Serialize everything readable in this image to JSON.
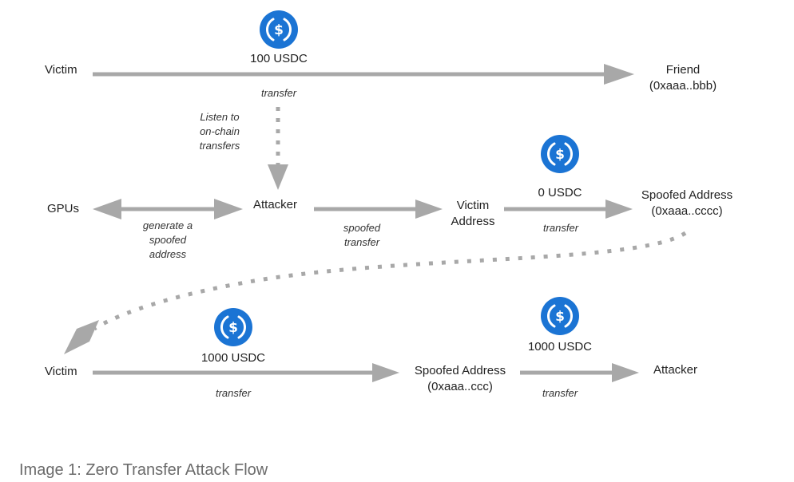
{
  "colors": {
    "arrow": "#a8a8a8",
    "coin": "#1b74d4",
    "text": "#222222",
    "caption": "#6b6b6b"
  },
  "icons": {
    "coin": "usdc-coin-icon"
  },
  "nodes": {
    "victim_top": "Victim",
    "friend": [
      "Friend",
      "(0xaaa..bbb)"
    ],
    "gpus": "GPUs",
    "attacker_mid": "Attacker",
    "victim_address": [
      "Victim",
      "Address"
    ],
    "spoofed_mid": [
      "Spoofed Address",
      "(0xaaa..cccc)"
    ],
    "victim_bottom": "Victim",
    "spoofed_bottom": [
      "Spoofed Address",
      "(0xaaa..ccc)"
    ],
    "attacker_bottom": "Attacker"
  },
  "amounts": {
    "top": "100 USDC",
    "mid": "0 USDC",
    "bottom_left": "1000 USDC",
    "bottom_right": "1000 USDC"
  },
  "edge_labels": {
    "transfer_top": "transfer",
    "listen": [
      "Listen to",
      "on-chain",
      "transfers"
    ],
    "generate": [
      "generate a",
      "spoofed",
      "address"
    ],
    "spoofed_transfer": [
      "spoofed",
      "transfer"
    ],
    "transfer_mid": "transfer",
    "transfer_bottom_left": "transfer",
    "transfer_bottom_right": "transfer"
  },
  "caption": "Image 1: Zero Transfer Attack Flow"
}
